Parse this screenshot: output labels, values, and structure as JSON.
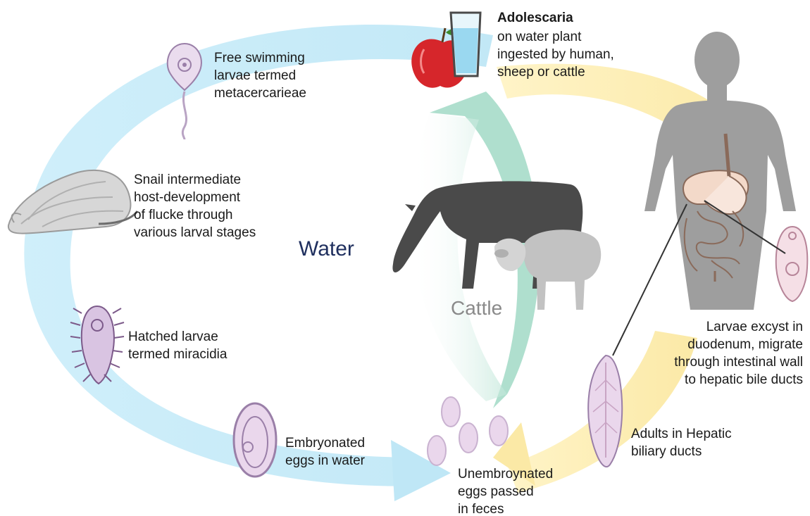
{
  "labels": {
    "adolescaria_title": "Adolescaria",
    "adolescaria_desc": "on water plant\ningested by human,\nsheep or cattle",
    "free_swimming": "Free swimming\nlarvae termed\nmetacercarieae",
    "snail": "Snail intermediate\nhost-development\nof flucke through\nvarious larval stages",
    "water": "Water",
    "cattle": "Cattle",
    "hatched": "Hatched larvae\ntermed miracidia",
    "embryonated": "Embryonated\neggs in water",
    "unembryonated": "Unembroynated\neggs passed\nin feces",
    "adults": "Adults in Hepatic\nbiliary ducts",
    "excyst": "Larvae excyst in\nduodenum, migrate\nthrough intestinal wall\nto hepatic bile ducts"
  },
  "colors": {
    "water_cycle": "#c9ebf8",
    "host_cycle": "#fbeeb3",
    "arrow_green": "#a6dbc9",
    "larva_fill": "#eadcee",
    "larva_stroke": "#9a7fa8",
    "egg_fill": "#ead7ec",
    "silhouette": "#9e9e9e",
    "cow": "#4a4a4a",
    "sheep": "#c2c2c2",
    "apple": "#d6262b"
  }
}
